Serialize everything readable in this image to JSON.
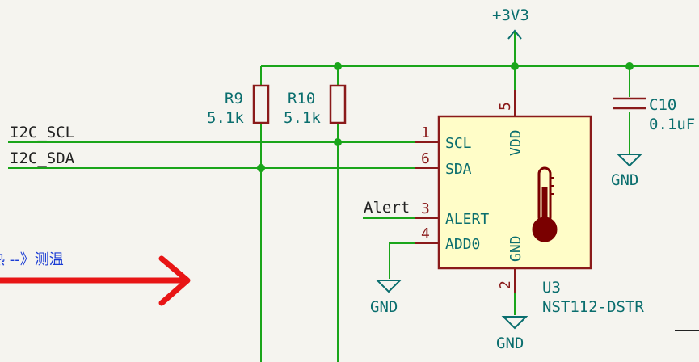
{
  "power": {
    "vcc": "+3V3",
    "gnd": "GND"
  },
  "nets": {
    "scl": "I2C_SCL",
    "sda": "I2C_SDA",
    "alert": "Alert"
  },
  "r9": {
    "ref": "R9",
    "value": "5.1k"
  },
  "r10": {
    "ref": "R10",
    "value": "5.1k"
  },
  "c10": {
    "ref": "C10",
    "value": "0.1uF"
  },
  "u3": {
    "ref": "U3",
    "part": "NST112-DSTR",
    "pins": {
      "scl": {
        "num": "1",
        "name": "SCL"
      },
      "sda": {
        "num": "6",
        "name": "SDA"
      },
      "alert": {
        "num": "3",
        "name": "ALERT"
      },
      "add0": {
        "num": "4",
        "name": "ADD0"
      },
      "vdd": {
        "num": "5",
        "name": "VDD"
      },
      "gnd": {
        "num": "2",
        "name": "GND"
      }
    }
  },
  "note": "热 --》测温",
  "colors": {
    "wire": "#1aa51a",
    "component": "#8a1a1a",
    "label": "#0a6e6e",
    "arrow": "#e81515"
  }
}
